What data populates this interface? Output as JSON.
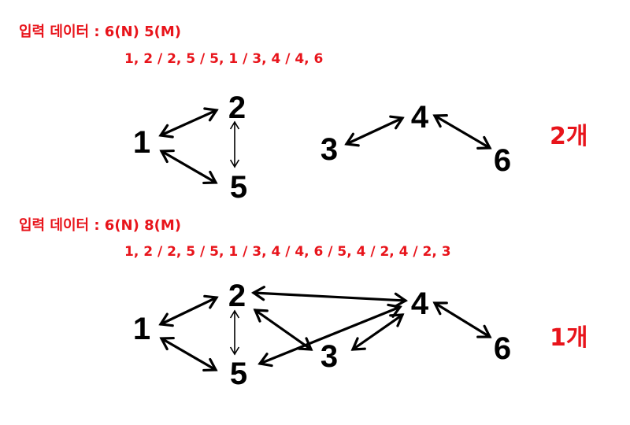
{
  "colors": {
    "text_red": "#e8141b",
    "ink": "#000000",
    "background": "#ffffff"
  },
  "example1": {
    "input_label": "입력 데이터 : 6(N) 5(M)",
    "edges_text": "1, 2 / 2, 5 / 5, 1 / 3, 4 / 4, 6",
    "result": "2개",
    "nodes": [
      "1",
      "2",
      "5",
      "3",
      "4",
      "6"
    ],
    "edges": [
      [
        "1",
        "2"
      ],
      [
        "2",
        "5"
      ],
      [
        "5",
        "1"
      ],
      [
        "3",
        "4"
      ],
      [
        "4",
        "6"
      ]
    ]
  },
  "example2": {
    "input_label": "입력 데이터 : 6(N) 8(M)",
    "edges_text": "1, 2 / 2, 5 / 5, 1 / 3, 4 / 4, 6 / 5, 4 / 2, 4 / 2, 3",
    "result": "1개",
    "nodes": [
      "1",
      "2",
      "5",
      "3",
      "4",
      "6"
    ],
    "edges": [
      [
        "1",
        "2"
      ],
      [
        "2",
        "5"
      ],
      [
        "5",
        "1"
      ],
      [
        "3",
        "4"
      ],
      [
        "4",
        "6"
      ],
      [
        "5",
        "4"
      ],
      [
        "2",
        "4"
      ],
      [
        "2",
        "3"
      ]
    ]
  }
}
